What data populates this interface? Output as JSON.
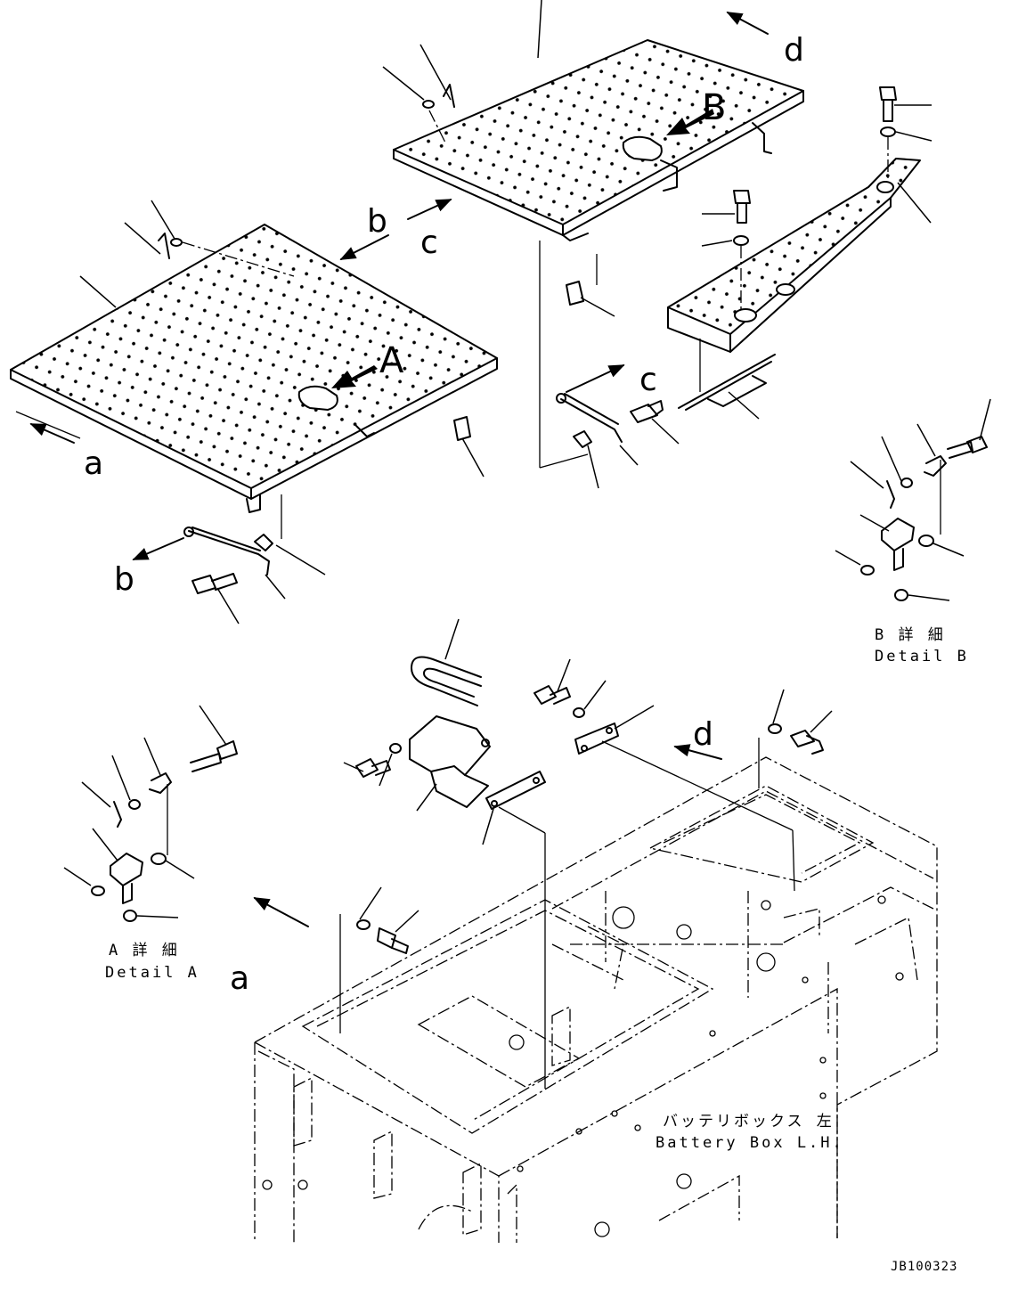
{
  "diagram": {
    "callouts": {
      "A": "A",
      "B": "B",
      "a": "a",
      "b": "b",
      "c": "c",
      "d": "d"
    },
    "detail_a": {
      "jp": "A 詳 細",
      "en": "Detail A"
    },
    "detail_b": {
      "jp": "B 詳 細",
      "en": "Detail B"
    },
    "battery_box": {
      "jp": "バッテリボックス 左",
      "en": "Battery Box L.H."
    },
    "drawing_number": "JB100323"
  }
}
